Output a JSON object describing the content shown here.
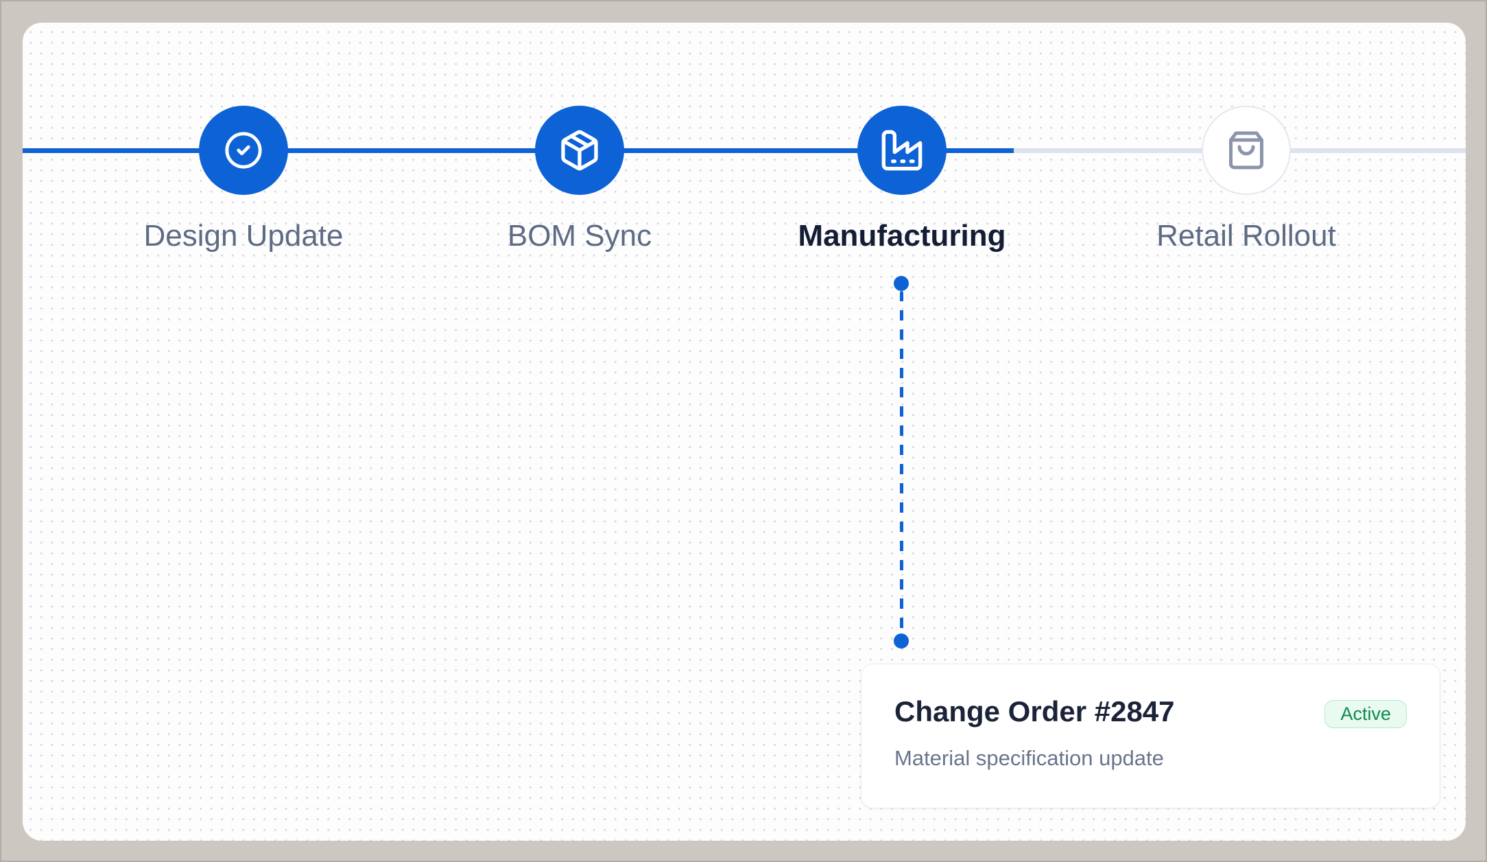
{
  "workflow": {
    "steps": [
      {
        "label": "Design Update",
        "state": "completed",
        "icon": "circle-check-icon"
      },
      {
        "label": "BOM Sync",
        "state": "completed",
        "icon": "package-icon"
      },
      {
        "label": "Manufacturing",
        "state": "active",
        "icon": "factory-icon"
      },
      {
        "label": "Retail Rollout",
        "state": "upcoming",
        "icon": "shopping-bag-icon"
      }
    ]
  },
  "detail_card": {
    "title": "Change Order #2847",
    "subtitle": "Material specification update",
    "badge_label": "Active"
  },
  "colors": {
    "accent_blue": "#0d62d6",
    "track_inactive": "#dde3ee",
    "inactive_icon_gray": "#8b95ab",
    "label_gray": "#5d6b83",
    "label_active_dark": "#131d33",
    "badge_text_green": "#0d8a4f",
    "badge_bg_green": "#e9faf1",
    "frame_taupe": "#ccc7c0"
  }
}
